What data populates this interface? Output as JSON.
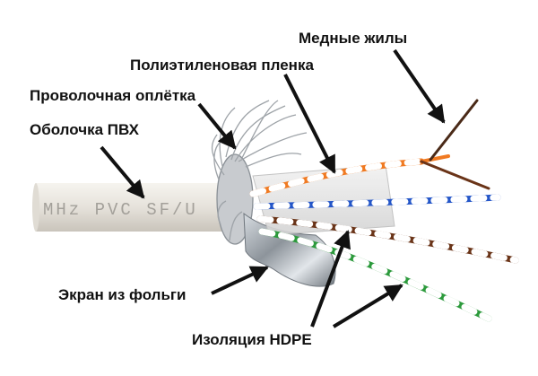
{
  "labels": {
    "copper": "Медные жилы",
    "pe_film": "Полиэтиленовая пленка",
    "braid": "Проволочная оплётка",
    "pvc_jacket": "Оболочка ПВХ",
    "foil": "Экран из фольги",
    "hdpe": "Изоляция HDPE"
  },
  "jacket_print": "MHz PVC SF/U",
  "colors": {
    "jacket": "#e9e6e0",
    "braid": "#b9bcc0",
    "foil": "#a7adb3",
    "pair_orange": "#f07a22",
    "pair_blue": "#2456c8",
    "pair_green": "#2c9a3c",
    "pair_brown": "#6a3418",
    "arrow": "#111111"
  }
}
